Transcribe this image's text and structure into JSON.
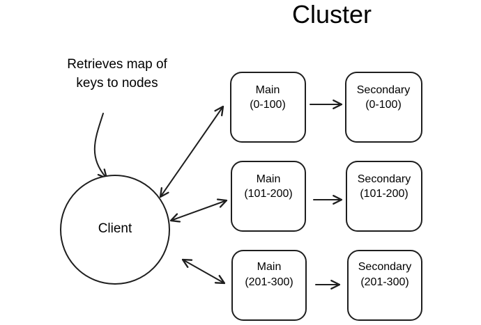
{
  "title": "Cluster",
  "note": [
    "Retrieves map of",
    "keys to nodes"
  ],
  "client": {
    "label": "Client"
  },
  "shards": [
    {
      "main": [
        "Main",
        "(0-100)"
      ],
      "secondary": [
        "Secondary",
        "(0-100)"
      ]
    },
    {
      "main": [
        "Main",
        "(101-200)"
      ],
      "secondary": [
        "Secondary",
        "(101-200)"
      ]
    },
    {
      "main": [
        "Main",
        "(201-300)"
      ],
      "secondary": [
        "Secondary",
        "(201-300)"
      ]
    }
  ],
  "colors": {
    "stroke": "#1e1e1e",
    "background": "#ffffff"
  }
}
